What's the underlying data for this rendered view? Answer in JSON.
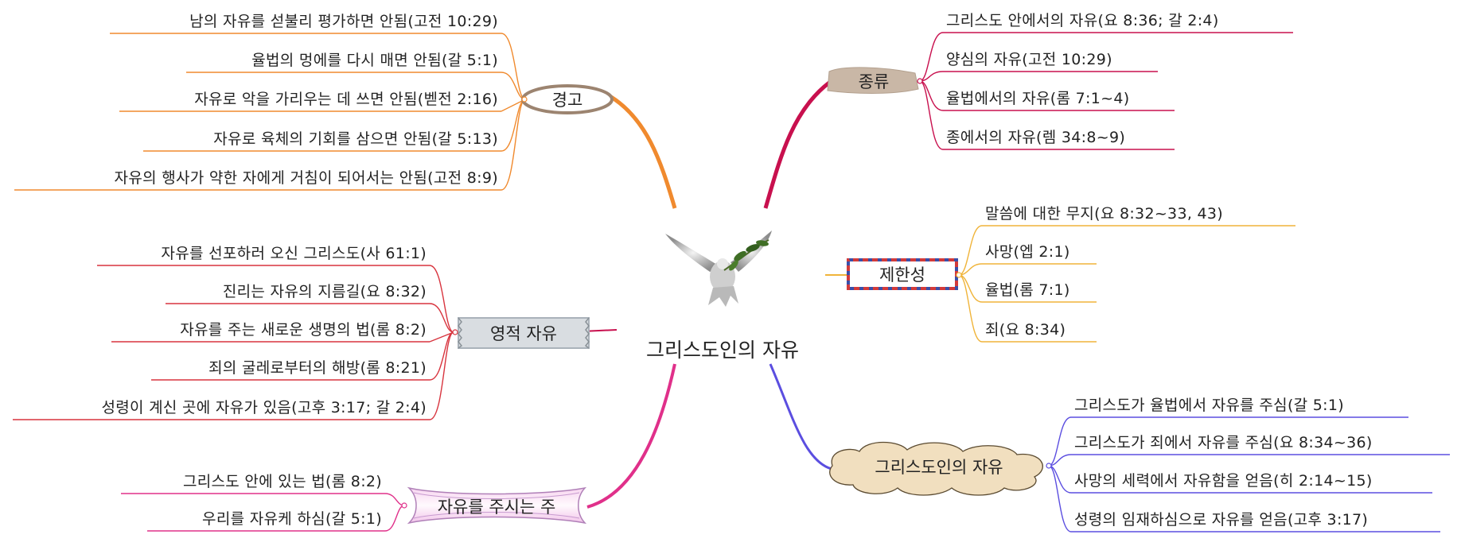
{
  "center": {
    "title": "그리스도인의 자유",
    "image": "dove-with-olive-branch-icon"
  },
  "branches": {
    "warning": {
      "label": "경고",
      "color": "#f08a2e",
      "items": [
        "남의 자유를 섣불리 평가하면 안됨(고전 10:29)",
        "율법의 멍에를 다시 매면 안됨(갈 5:1)",
        "자유로 악을 가리우는 데 쓰면 안됨(벧전 2:16)",
        "자유로 육체의 기회를 삼으면 안됨(갈 5:13)",
        "자유의 행사가 약한 자에게 거침이 되어서는 안됨(고전 8:9)"
      ]
    },
    "kinds": {
      "label": "종류",
      "color": "#c8104e",
      "items": [
        "그리스도 안에서의 자유(요 8:36; 갈 2:4)",
        "양심의 자유(고전 10:29)",
        "율법에서의 자유(롬 7:1~4)",
        "종에서의 자유(렘 34:8~9)"
      ]
    },
    "limits": {
      "label": "제한성",
      "color": "#f0b43a",
      "items": [
        "말씀에 대한 무지(요 8:32~33, 43)",
        "사망(엡 2:1)",
        "율법(롬 7:1)",
        "죄(요 8:34)"
      ]
    },
    "spiritual": {
      "label": "영적 자유",
      "color": "#d8343e",
      "items": [
        "자유를 선포하러 오신 그리스도(사 61:1)",
        "진리는 자유의 지름길(요 8:32)",
        "자유를 주는 새로운 생명의 법(롬 8:2)",
        "죄의 굴레로부터의 해방(롬 8:21)",
        "성령이 계신 곳에 자유가 있음(고후 3:17; 갈 2:4)"
      ]
    },
    "christian": {
      "label": "그리스도인의 자유",
      "color": "#5b4ee0",
      "items": [
        "그리스도가 율법에서 자유를 주심(갈 5:1)",
        "그리스도가 죄에서 자유를 주심(요 8:34~36)",
        "사망의 세력에서 자유함을 얻음(히 2:14~15)",
        "성령의 임재하심으로 자유를 얻음(고후 3:17)"
      ]
    },
    "giver": {
      "label": "자유를 주시는 주",
      "color": "#e0308a",
      "items": [
        "그리스도 안에 있는 법(롬 8:2)",
        "우리를 자유케 하심(갈 5:1)"
      ]
    }
  }
}
